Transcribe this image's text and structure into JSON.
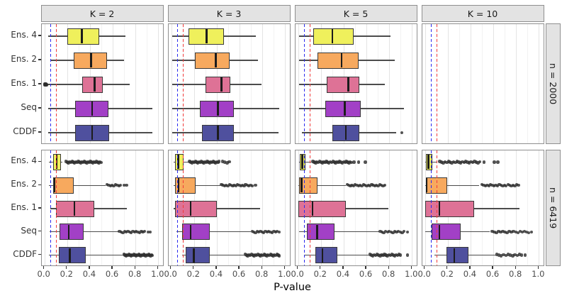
{
  "chart_data": {
    "type": "boxplot",
    "title": "",
    "xlabel": "P-value",
    "ylabel": "",
    "xlim": [
      0,
      1
    ],
    "grid": true,
    "x_ticks": {
      "values": [
        0,
        0.2,
        0.4,
        0.6,
        0.8,
        1.0
      ],
      "labels": [
        "0.0",
        "0.2",
        "0.4",
        "0.6",
        "0.8",
        "1.0"
      ]
    },
    "col_facets": [
      "K = 2",
      "K = 3",
      "K = 5",
      "K = 10"
    ],
    "row_facets": [
      "n = 2000",
      "n = 6419"
    ],
    "categories": [
      "Ens. 4",
      "Ens. 2",
      "Ens. 1",
      "Seq",
      "CDDF"
    ],
    "palette": {
      "Ens. 4": "#EFF05C",
      "Ens. 2": "#F7A95E",
      "Ens. 1": "#DE7296",
      "Seq": "#A240C6",
      "CDDF": "#4F509E"
    },
    "reference_lines": [
      {
        "x": 0.05,
        "color": "#2C2CEF",
        "style": "dashed"
      },
      {
        "x": 0.1,
        "color": "#F23A3A",
        "style": "dashed"
      }
    ],
    "style": {
      "panel_bg": "#FFFFFF",
      "panel_border": "#8F8F8F",
      "strip_bg": "#E3E3E3",
      "grid_major": "#E4E4E4",
      "grid_minor": "#F2F2F2",
      "whisker": "#4C4C4C",
      "box_border": "#3A3A3A",
      "median": "#1C1C1C",
      "outlier": "#2D2D2D"
    },
    "panels": [
      {
        "row": "n = 2000",
        "col": "K = 2",
        "boxes": [
          {
            "cat": "Ens. 4",
            "lo": 0.03,
            "q1": 0.2,
            "med": 0.33,
            "q3": 0.48,
            "hi": 0.71,
            "out": []
          },
          {
            "cat": "Ens. 2",
            "lo": 0.06,
            "q1": 0.26,
            "med": 0.41,
            "q3": 0.55,
            "hi": 0.7,
            "out": []
          },
          {
            "cat": "Ens. 1",
            "lo": 0.005,
            "q1": 0.33,
            "med": 0.44,
            "q3": 0.51,
            "hi": 0.75,
            "out": [
              {
                "from": 0.0,
                "to": 0.02,
                "n": 8
              }
            ]
          },
          {
            "cat": "Seq",
            "lo": 0.03,
            "q1": 0.27,
            "med": 0.42,
            "q3": 0.56,
            "hi": 0.95,
            "out": []
          },
          {
            "cat": "CDDF",
            "lo": 0.03,
            "q1": 0.27,
            "med": 0.42,
            "q3": 0.57,
            "hi": 0.95,
            "out": []
          }
        ]
      },
      {
        "row": "n = 2000",
        "col": "K = 3",
        "boxes": [
          {
            "cat": "Ens. 4",
            "lo": 0.005,
            "q1": 0.15,
            "med": 0.31,
            "q3": 0.46,
            "hi": 0.74,
            "out": []
          },
          {
            "cat": "Ens. 2",
            "lo": 0.005,
            "q1": 0.21,
            "med": 0.39,
            "q3": 0.51,
            "hi": 0.76,
            "out": []
          },
          {
            "cat": "Ens. 1",
            "lo": 0.005,
            "q1": 0.3,
            "med": 0.44,
            "q3": 0.52,
            "hi": 0.79,
            "out": []
          },
          {
            "cat": "Seq",
            "lo": 0.005,
            "q1": 0.25,
            "med": 0.41,
            "q3": 0.55,
            "hi": 0.95,
            "out": []
          },
          {
            "cat": "CDDF",
            "lo": 0.01,
            "q1": 0.27,
            "med": 0.41,
            "q3": 0.55,
            "hi": 0.94,
            "out": []
          }
        ]
      },
      {
        "row": "n = 2000",
        "col": "K = 5",
        "boxes": [
          {
            "cat": "Ens. 4",
            "lo": 0.005,
            "q1": 0.13,
            "med": 0.3,
            "q3": 0.49,
            "hi": 0.81,
            "out": []
          },
          {
            "cat": "Ens. 2",
            "lo": 0.005,
            "q1": 0.17,
            "med": 0.38,
            "q3": 0.53,
            "hi": 0.85,
            "out": []
          },
          {
            "cat": "Ens. 1",
            "lo": 0.005,
            "q1": 0.25,
            "med": 0.44,
            "q3": 0.54,
            "hi": 0.76,
            "out": []
          },
          {
            "cat": "Seq",
            "lo": 0.005,
            "q1": 0.24,
            "med": 0.41,
            "q3": 0.55,
            "hi": 0.93,
            "out": []
          },
          {
            "cat": "CDDF",
            "lo": 0.035,
            "q1": 0.3,
            "med": 0.42,
            "q3": 0.54,
            "hi": 0.86,
            "out": [
              0.91
            ]
          }
        ]
      },
      {
        "row": "n = 2000",
        "col": "K = 10",
        "boxes": []
      },
      {
        "row": "n = 6419",
        "col": "K = 2",
        "boxes": [
          {
            "cat": "Ens. 4",
            "lo": 0.041,
            "q1": 0.077,
            "med": 0.106,
            "q3": 0.143,
            "hi": 0.159,
            "out": [
              {
                "from": 0.19,
                "to": 0.5,
                "n": 30
              }
            ]
          },
          {
            "cat": "Ens. 2",
            "lo": 0.041,
            "q1": 0.077,
            "med": 0.089,
            "q3": 0.259,
            "hi": 0.539,
            "out": [
              {
                "from": 0.55,
                "to": 0.67,
                "n": 9
              },
              0.7,
              0.72
            ]
          },
          {
            "cat": "Ens. 1",
            "lo": 0.051,
            "q1": 0.099,
            "med": 0.265,
            "q3": 0.435,
            "hi": 0.726,
            "out": []
          },
          {
            "cat": "Seq",
            "lo": 0.047,
            "q1": 0.135,
            "med": 0.213,
            "q3": 0.342,
            "hi": 0.654,
            "out": [
              {
                "from": 0.66,
                "to": 0.88,
                "n": 16
              },
              0.91,
              0.93
            ]
          },
          {
            "cat": "CDDF",
            "lo": 0.037,
            "q1": 0.128,
            "med": 0.224,
            "q3": 0.362,
            "hi": 0.685,
            "out": [
              {
                "from": 0.7,
                "to": 0.95,
                "n": 30
              }
            ]
          }
        ]
      },
      {
        "row": "n = 6419",
        "col": "K = 3",
        "boxes": [
          {
            "cat": "Ens. 4",
            "lo": 0.021,
            "q1": 0.035,
            "med": 0.06,
            "q3": 0.108,
            "hi": 0.15,
            "out": [
              {
                "from": 0.16,
                "to": 0.42,
                "n": 26
              },
              {
                "from": 0.45,
                "to": 0.51,
                "n": 4
              }
            ]
          },
          {
            "cat": "Ens. 2",
            "lo": 0.021,
            "q1": 0.031,
            "med": 0.066,
            "q3": 0.212,
            "hi": 0.43,
            "out": [
              {
                "from": 0.44,
                "to": 0.71,
                "n": 20
              },
              0.74
            ]
          },
          {
            "cat": "Ens. 1",
            "lo": 0.021,
            "q1": 0.031,
            "med": 0.17,
            "q3": 0.399,
            "hi": 0.782,
            "out": []
          },
          {
            "cat": "Seq",
            "lo": 0.045,
            "q1": 0.093,
            "med": 0.17,
            "q3": 0.336,
            "hi": 0.699,
            "out": [
              {
                "from": 0.71,
                "to": 0.93,
                "n": 16
              },
              0.95
            ]
          },
          {
            "cat": "CDDF",
            "lo": 0.093,
            "q1": 0.128,
            "med": 0.197,
            "q3": 0.336,
            "hi": 0.637,
            "out": [
              {
                "from": 0.65,
                "to": 0.95,
                "n": 28
              }
            ]
          }
        ]
      },
      {
        "row": "n = 6419",
        "col": "K = 5",
        "boxes": [
          {
            "cat": "Ens. 4",
            "lo": 0.005,
            "q1": 0.014,
            "med": 0.035,
            "q3": 0.066,
            "hi": 0.114,
            "out": [
              {
                "from": 0.13,
                "to": 0.47,
                "n": 30
              },
              0.49,
              0.53,
              0.59
            ]
          },
          {
            "cat": "Ens. 2",
            "lo": 0.004,
            "q1": 0.007,
            "med": 0.031,
            "q3": 0.17,
            "hi": 0.419,
            "out": [
              {
                "from": 0.43,
                "to": 0.76,
                "n": 24
              }
            ]
          },
          {
            "cat": "Ens. 1",
            "lo": 0.001,
            "q1": 0.003,
            "med": 0.128,
            "q3": 0.419,
            "hi": 0.793,
            "out": []
          },
          {
            "cat": "Seq",
            "lo": 0.009,
            "q1": 0.077,
            "med": 0.166,
            "q3": 0.321,
            "hi": 0.71,
            "out": [
              {
                "from": 0.72,
                "to": 0.93,
                "n": 14
              },
              0.96
            ]
          },
          {
            "cat": "CDDF",
            "lo": 0.052,
            "q1": 0.149,
            "med": 0.212,
            "q3": 0.346,
            "hi": 0.616,
            "out": [
              {
                "from": 0.63,
                "to": 0.9,
                "n": 22
              },
              0.96
            ]
          }
        ]
      },
      {
        "row": "n = 6419",
        "col": "K = 10",
        "boxes": [
          {
            "cat": "Ens. 4",
            "lo": 0.003,
            "q1": 0.01,
            "med": 0.031,
            "q3": 0.062,
            "hi": 0.108,
            "out": [
              {
                "from": 0.13,
                "to": 0.48,
                "n": 24
              },
              0.52,
              0.61,
              0.64
            ]
          },
          {
            "cat": "Ens. 2",
            "lo": 0.002,
            "q1": 0.005,
            "med": 0.016,
            "q3": 0.197,
            "hi": 0.477,
            "out": [
              {
                "from": 0.5,
                "to": 0.82,
                "n": 22
              }
            ]
          },
          {
            "cat": "Ens. 1",
            "lo": 0.001,
            "q1": 0.003,
            "med": 0.128,
            "q3": 0.432,
            "hi": 0.83,
            "out": []
          },
          {
            "cat": "Seq",
            "lo": 0.004,
            "q1": 0.056,
            "med": 0.125,
            "q3": 0.315,
            "hi": 0.57,
            "out": [
              {
                "from": 0.59,
                "to": 0.91,
                "n": 18
              },
              0.935
            ]
          },
          {
            "cat": "CDDF",
            "lo": 0.083,
            "q1": 0.187,
            "med": 0.259,
            "q3": 0.384,
            "hi": 0.623,
            "out": [
              {
                "from": 0.63,
                "to": 0.85,
                "n": 12
              },
              0.88
            ]
          }
        ]
      }
    ]
  }
}
